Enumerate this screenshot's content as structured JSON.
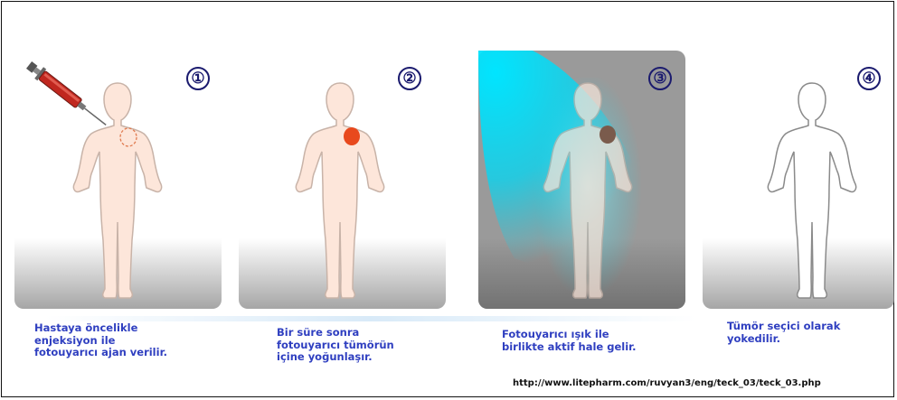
{
  "steps": [
    {
      "number": "①",
      "caption": "Hastaya öncelikle\nenjeksiyon ile\nfotouyarıcı ajan verilir."
    },
    {
      "number": "②",
      "caption": "Bir süre sonra\nfotouyarıcı tümörün\niçine yoğunlaşır."
    },
    {
      "number": "③",
      "caption": "Fotouyarıcı ışık ile\nbirlikte aktif hale gelir."
    },
    {
      "number": "④",
      "caption": "Tümör seçici olarak\nyokedilir."
    }
  ],
  "source_url": "http://www.litepharm.com/ruvyan3/eng/teck_03/teck_03.php",
  "colors": {
    "caption_text": "#2f3fc0",
    "badge": "#1a1a6e",
    "body_fill": "#fde6da",
    "tumor_injected_outline": "#e07b50",
    "tumor_concentrated": "#e8491d",
    "tumor_activated": "#7a5b4c",
    "light_beam": "#00e5ff",
    "syringe_liquid": "#c0271f",
    "panel_3_background": "#9a9a9a"
  }
}
